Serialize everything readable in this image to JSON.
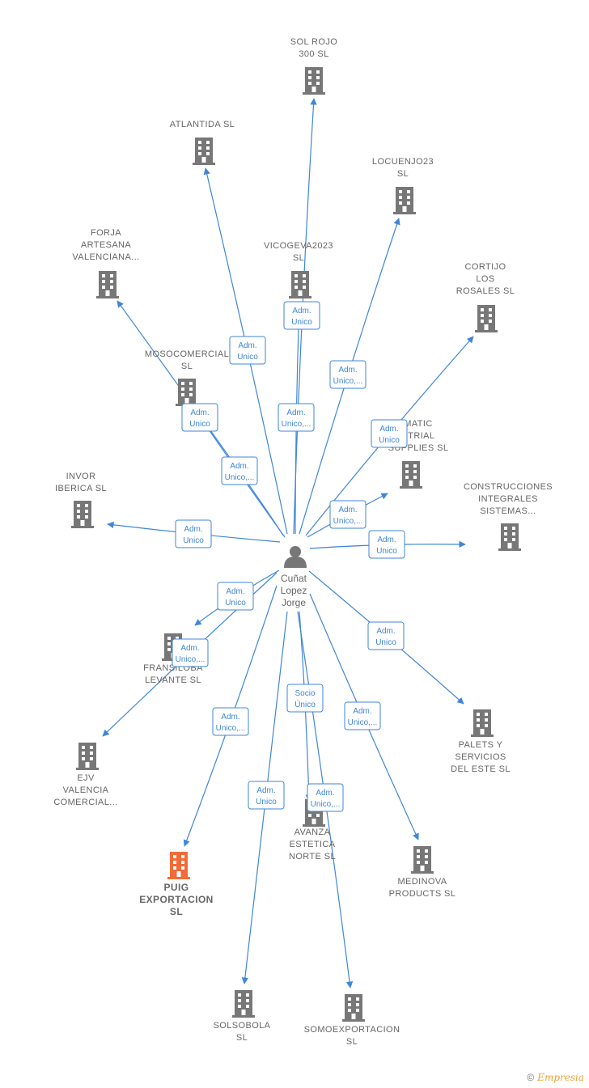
{
  "center": {
    "id": "center",
    "label": [
      "Cuñat",
      "Lopez",
      "Jorge"
    ],
    "icon": "person-icon"
  },
  "colors": {
    "edge": "#3f86d9",
    "building": "#777777",
    "highlight": "#f26b38"
  },
  "nodes": [
    {
      "id": "solrojo",
      "label": [
        "SOL ROJO",
        "300  SL"
      ]
    },
    {
      "id": "atlantida",
      "label": [
        "ATLANTIDA  SL"
      ]
    },
    {
      "id": "locuenjo",
      "label": [
        "LOCUENJO23",
        "SL"
      ]
    },
    {
      "id": "forja",
      "label": [
        "FORJA",
        "ARTESANA",
        "VALENCIANA..."
      ]
    },
    {
      "id": "vicogeva",
      "label": [
        "VICOGEVA2023",
        "SL"
      ]
    },
    {
      "id": "cortijo",
      "label": [
        "CORTIJO",
        "LOS",
        "ROSALES SL"
      ]
    },
    {
      "id": "mosocomercial",
      "label": [
        "MOSOCOMERCIAL",
        "SL"
      ]
    },
    {
      "id": "matic",
      "label": [
        "MATIC",
        "STRIAL",
        "SUPPLIES  SL"
      ]
    },
    {
      "id": "invor",
      "label": [
        "INVOR",
        "IBERICA  SL"
      ]
    },
    {
      "id": "construcciones",
      "label": [
        "CONSTRUCCIONES",
        "INTEGRALES",
        "SISTEMAS..."
      ]
    },
    {
      "id": "fransiloba",
      "label": [
        "FRANSILOBA",
        "LEVANTE  SL"
      ]
    },
    {
      "id": "palets",
      "label": [
        "PALETS Y",
        "SERVICIOS",
        "DEL ESTE  SL"
      ]
    },
    {
      "id": "ejv",
      "label": [
        "EJV",
        "VALENCIA",
        "COMERCIAL..."
      ]
    },
    {
      "id": "avanza",
      "label": [
        "AVANZA",
        "ESTETICA",
        "NORTE SL"
      ]
    },
    {
      "id": "medinova",
      "label": [
        "MEDINOVA",
        "PRODUCTS  SL"
      ]
    },
    {
      "id": "puig",
      "label": [
        "PUIG",
        "EXPORTACION",
        "SL"
      ],
      "highlight": true
    },
    {
      "id": "solsobola",
      "label": [
        "SOLSOBOLA",
        "SL"
      ]
    },
    {
      "id": "somoexportacion",
      "label": [
        "SOMOEXPORTACION",
        "SL"
      ]
    }
  ],
  "edges": [
    {
      "target": "solrojo",
      "label": [
        "Adm.",
        "Unico"
      ]
    },
    {
      "target": "atlantida",
      "label": [
        "Adm.",
        "Unico"
      ]
    },
    {
      "target": "locuenjo",
      "label": [
        "Adm.",
        "Unico,..."
      ]
    },
    {
      "target": "forja",
      "label": [
        "Adm.",
        "Unico,..."
      ]
    },
    {
      "target": "vicogeva",
      "label": [
        "Adm.",
        "Unico,..."
      ]
    },
    {
      "target": "cortijo",
      "label": [
        "Adm.",
        "Unico"
      ]
    },
    {
      "target": "mosocomercial",
      "label": [
        "Adm.",
        "Unico"
      ]
    },
    {
      "target": "matic",
      "label": [
        "Adm.",
        "Unico,..."
      ]
    },
    {
      "target": "invor",
      "label": [
        "Adm.",
        "Unico"
      ]
    },
    {
      "target": "construcciones",
      "label": [
        "Adm.",
        "Unico"
      ]
    },
    {
      "target": "fransiloba",
      "label": [
        "Adm.",
        "Unico"
      ]
    },
    {
      "target": "ejv",
      "label": [
        "Adm.",
        "Unico,..."
      ]
    },
    {
      "target": "palets",
      "label": [
        "Adm.",
        "Unico"
      ]
    },
    {
      "target": "puig",
      "label": [
        "Adm.",
        "Unico,..."
      ]
    },
    {
      "target": "avanza",
      "label": [
        "Socio",
        "Único"
      ]
    },
    {
      "target": "medinova",
      "label": [
        "Adm.",
        "Unico,..."
      ]
    },
    {
      "target": "solsobola",
      "label": [
        "Adm.",
        "Unico"
      ]
    },
    {
      "target": "somoexportacion",
      "label": [
        "Adm.",
        "Unico,..."
      ]
    }
  ],
  "footer": {
    "copyright": "©",
    "brand": "Empresia"
  }
}
